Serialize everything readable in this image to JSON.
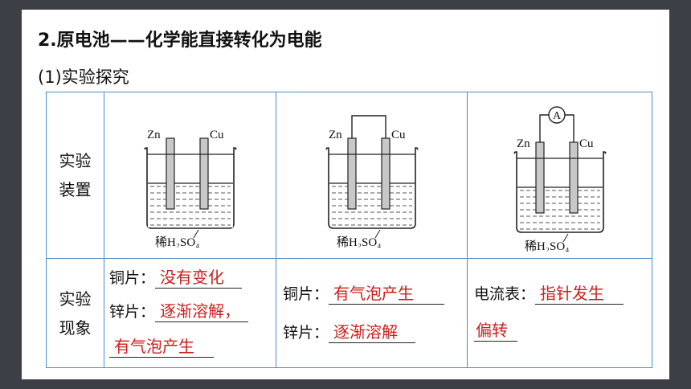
{
  "title": "2.原电池——化学能直接转化为电能",
  "subtitle": "(1)实验探究",
  "table": {
    "row1_label": [
      "实验",
      "装置"
    ],
    "row2_label": [
      "实验",
      "现象"
    ],
    "apparatus": [
      {
        "left": "Zn",
        "right": "Cu",
        "solution": "稀H₂SO₄",
        "connection": "none"
      },
      {
        "left": "Zn",
        "right": "Cu",
        "solution": "稀H₂SO₄",
        "connection": "wire"
      },
      {
        "left": "Zn",
        "right": "Cu",
        "solution": "稀H₂SO₄",
        "connection": "ammeter",
        "meter": "A"
      }
    ],
    "phenomena": {
      "col1": {
        "copper_label": "铜片：",
        "copper_answer": "没有变化",
        "zinc_label": "锌片：",
        "zinc_answer_1": "逐渐溶解，",
        "zinc_answer_2": "有气泡产生"
      },
      "col2": {
        "copper_label": "铜片：",
        "copper_answer": "有气泡产生",
        "zinc_label": "锌片：",
        "zinc_answer": "逐渐溶解"
      },
      "col3": {
        "meter_label": "电流表：",
        "meter_answer_1": "指针发生",
        "meter_answer_2": "偏转"
      }
    }
  },
  "colors": {
    "background": "#3c3f45",
    "border": "#4a8cc8",
    "answer": "#cc1f1f"
  }
}
